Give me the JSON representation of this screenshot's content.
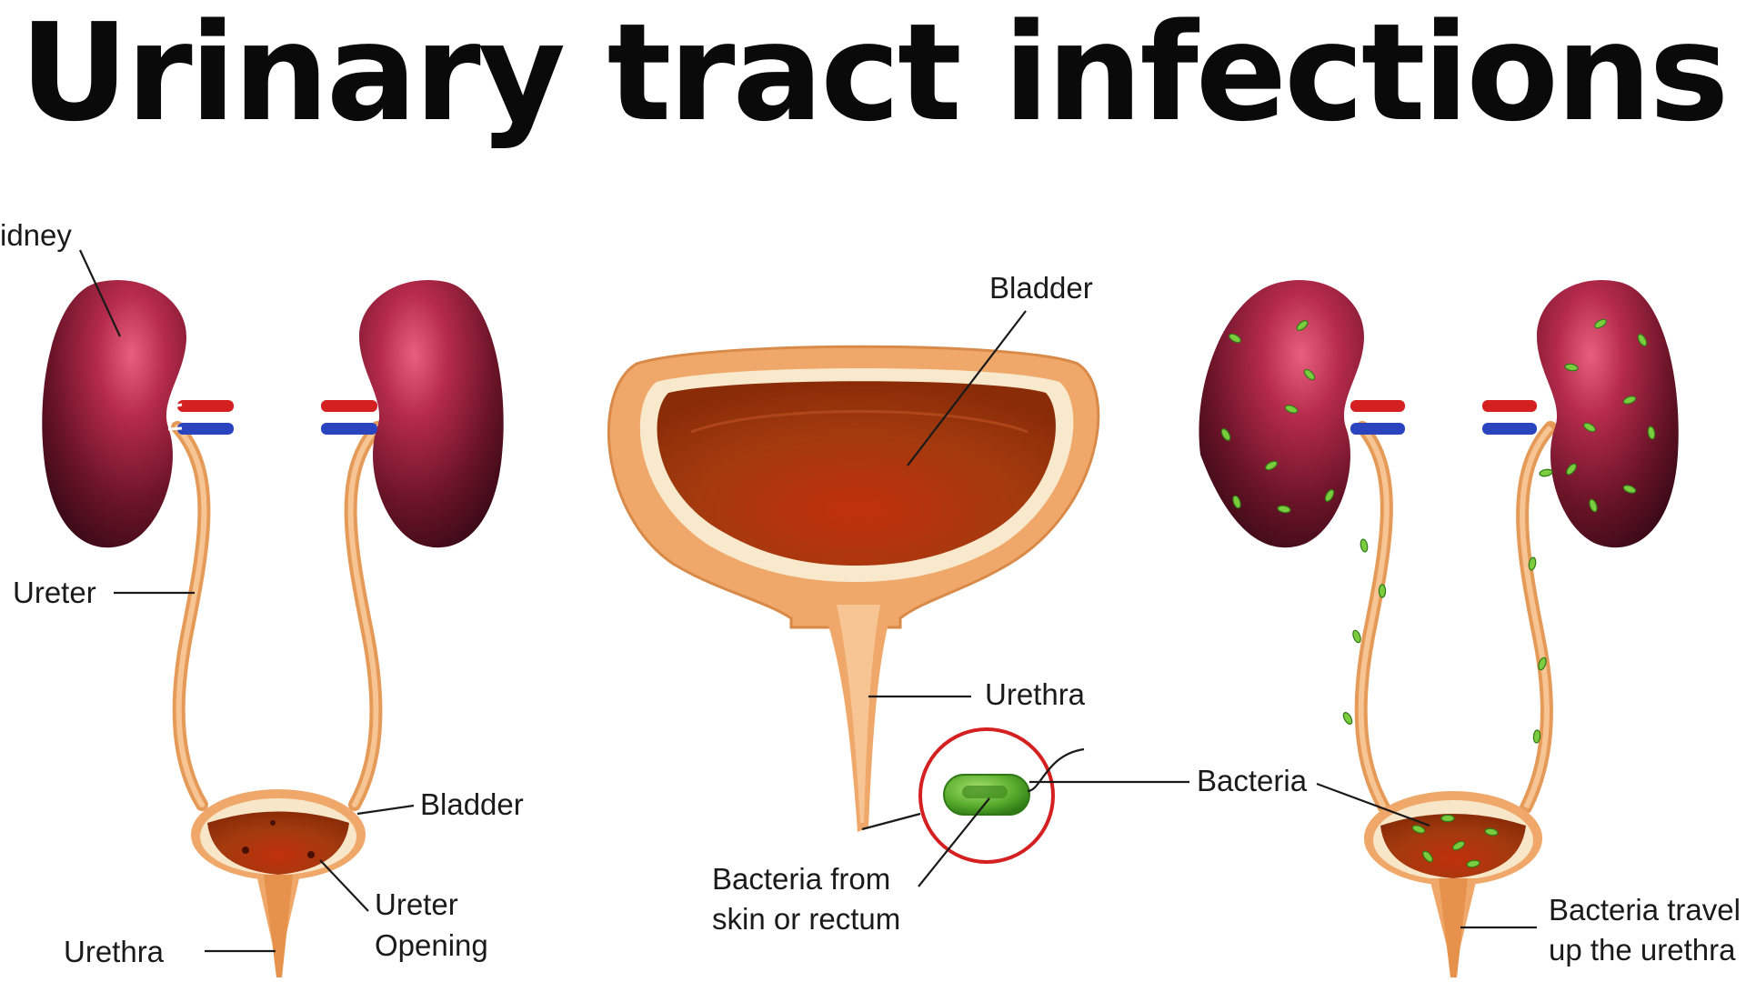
{
  "title": "Urinary tract infections",
  "labels": {
    "kidney": "idney",
    "ureter": "Ureter",
    "bladder_left": "Bladder",
    "ureter_opening_1": "Ureter",
    "ureter_opening_2": "Opening",
    "urethra_left": "Urethra",
    "bladder_center": "Bladder",
    "urethra_center": "Urethra",
    "bacteria": "Bacteria",
    "bacteria_from_1": "Bacteria from",
    "bacteria_from_2": "skin or rectum",
    "bacteria_travel_1": "Bacteria travel",
    "bacteria_travel_2": "up the urethra"
  },
  "colors": {
    "kidney_dark": "#3a0a16",
    "kidney_light": "#c43458",
    "tube": "#f0b07a",
    "bladder_wall": "#f0a86a",
    "bladder_inner": "#a8320c",
    "artery": "#d42020",
    "vein": "#2a44c0",
    "bacteria_fill": "#6cbf3a",
    "highlight_circle": "#d42020"
  }
}
